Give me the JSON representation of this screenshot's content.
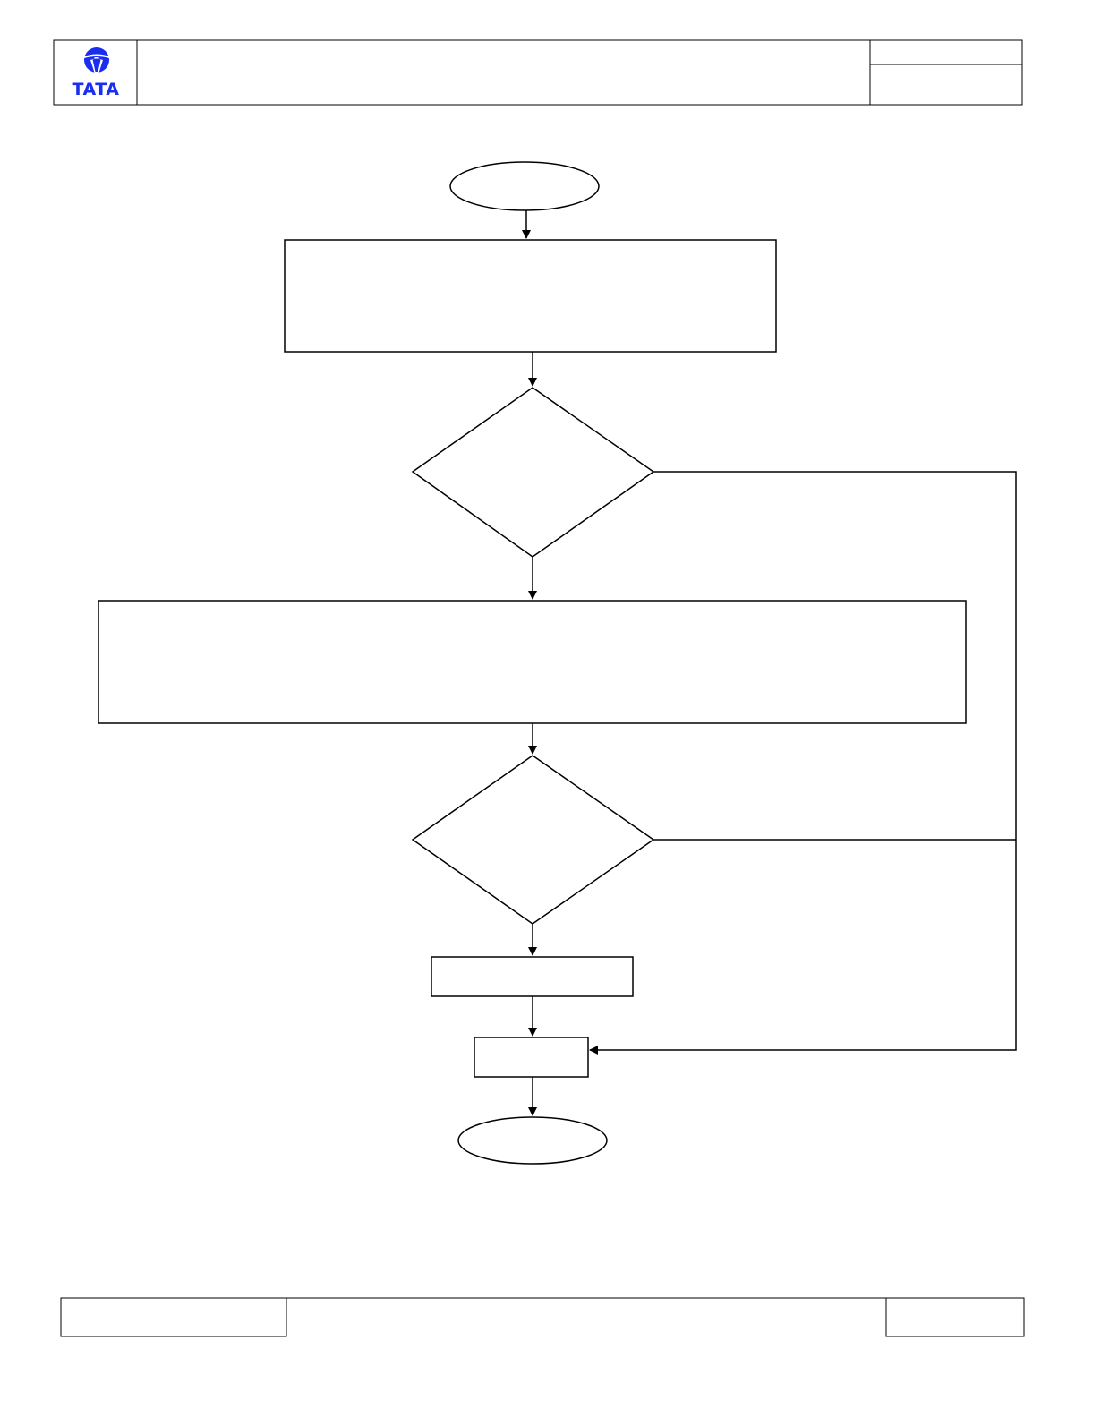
{
  "header": {
    "logo": {
      "wordmark": "TATA",
      "icon": "tata-emblem-icon",
      "color": "#1a2ef0"
    }
  },
  "flowchart": {
    "nodes": [
      {
        "id": "start",
        "shape": "terminator"
      },
      {
        "id": "process-1",
        "shape": "process"
      },
      {
        "id": "decision-1",
        "shape": "decision"
      },
      {
        "id": "process-2",
        "shape": "process"
      },
      {
        "id": "decision-2",
        "shape": "decision"
      },
      {
        "id": "process-3",
        "shape": "process"
      },
      {
        "id": "process-4",
        "shape": "process"
      },
      {
        "id": "end",
        "shape": "terminator"
      }
    ],
    "edges": [
      {
        "from": "start",
        "to": "process-1"
      },
      {
        "from": "process-1",
        "to": "decision-1"
      },
      {
        "from": "decision-1",
        "to": "process-2"
      },
      {
        "from": "decision-1",
        "to": "process-4"
      },
      {
        "from": "process-2",
        "to": "decision-2"
      },
      {
        "from": "decision-2",
        "to": "process-3"
      },
      {
        "from": "decision-2",
        "to": "process-4"
      },
      {
        "from": "process-3",
        "to": "process-4"
      },
      {
        "from": "process-4",
        "to": "end"
      }
    ],
    "line_color": "#000000"
  }
}
